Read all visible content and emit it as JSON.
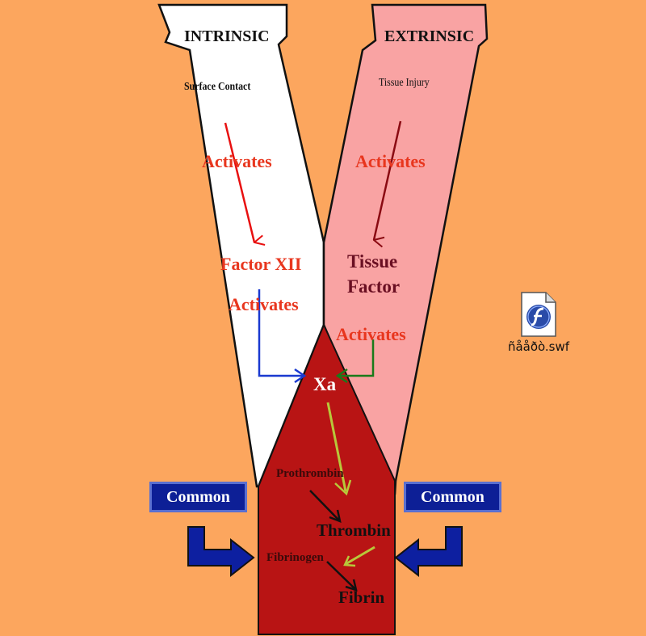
{
  "intrinsic": {
    "title": "INTRINSIC",
    "trigger": "Surface Contact",
    "activates_1": "Activates",
    "factor": "Factor XII",
    "activates_2": "Activates"
  },
  "extrinsic": {
    "title": "EXTRINSIC",
    "trigger": "Tissue Injury",
    "activates_1": "Activates",
    "factor_line1": "Tissue",
    "factor_line2": "Factor",
    "activates_2": "Activates"
  },
  "common": {
    "center": "Xa",
    "prothrombin": "Prothrombin",
    "thrombin": "Thrombin",
    "fibrinogen": "Fibrinogen",
    "fibrin": "Fibrin",
    "left_label": "Common",
    "right_label": "Common"
  },
  "file": {
    "name": "ñååðò.swf",
    "icon": "flash-file-icon"
  },
  "colors": {
    "background": "#fca65e",
    "intrinsic_arm": "#ffffff",
    "extrinsic_arm": "#f9a3a3",
    "common_path": "#b81414",
    "label_box": "#0d1f96",
    "activates_text": "#e8361e"
  }
}
